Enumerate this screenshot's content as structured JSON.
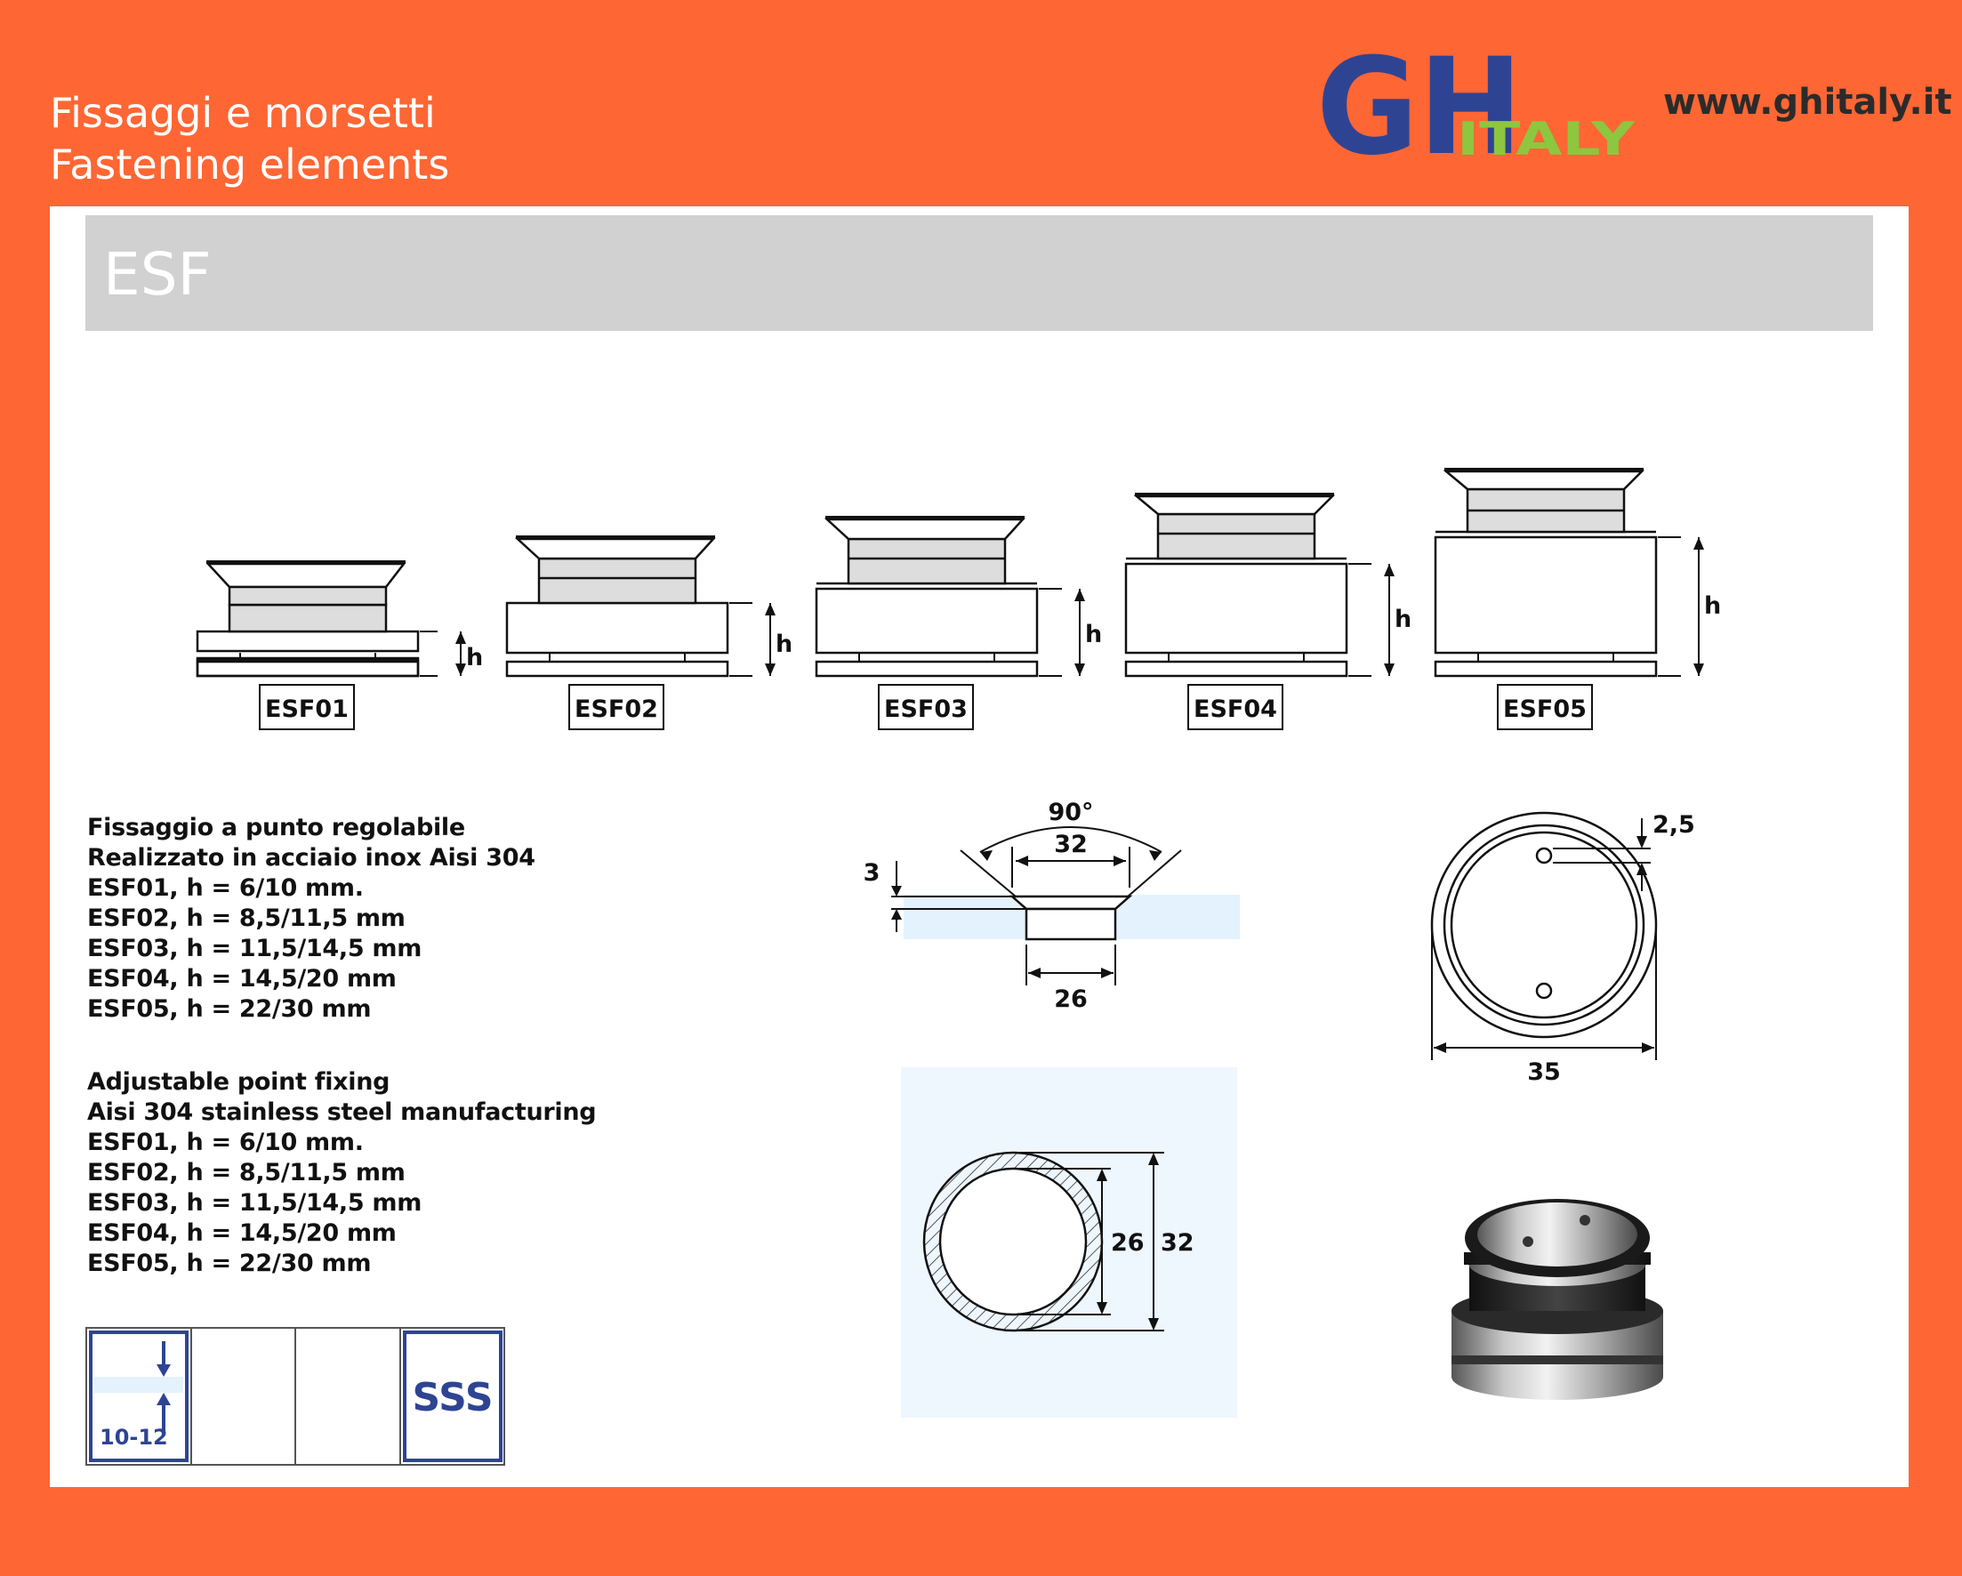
{
  "header": {
    "title_it": "Fissaggi e morsetti",
    "title_en": "Fastening elements",
    "logo_main": "GH",
    "logo_sub": "ITALY",
    "url": "www.ghitaly.it"
  },
  "product": {
    "code": "ESF"
  },
  "models": [
    {
      "label": "ESF01"
    },
    {
      "label": "ESF02"
    },
    {
      "label": "ESF03"
    },
    {
      "label": "ESF04"
    },
    {
      "label": "ESF05"
    }
  ],
  "dimension_h": "h",
  "drawing_side": {
    "angle": "90°",
    "top_diameter": "32",
    "bottom_diameter": "26",
    "height": "3"
  },
  "drawing_top": {
    "hole_offset": "2,5",
    "diameter": "35"
  },
  "drawing_section": {
    "inner": "26",
    "outer": "32"
  },
  "description_it": {
    "line1": "Fissaggio a punto regolabile",
    "line2": "Realizzato in acciaio inox Aisi 304",
    "spec1": "ESF01, h = 6/10 mm.",
    "spec2": "ESF02, h = 8,5/11,5 mm",
    "spec3": "ESF03, h = 11,5/14,5 mm",
    "spec4": "ESF04, h = 14,5/20 mm",
    "spec5": "ESF05, h = 22/30 mm"
  },
  "description_en": {
    "line1": "Adjustable point fixing",
    "line2": "Aisi 304 stainless steel manufacturing",
    "spec1": "ESF01, h = 6/10 mm.",
    "spec2": "ESF02, h = 8,5/11,5 mm",
    "spec3": "ESF03, h = 11,5/14,5 mm",
    "spec4": "ESF04, h = 14,5/20 mm",
    "spec5": "ESF05, h = 22/30 mm"
  },
  "icons": {
    "glass_thickness": "10-12",
    "material": "SSS"
  },
  "colors": {
    "background": "#fe6634",
    "logo_blue": "#2e4493",
    "logo_green": "#8dc63f",
    "band": "#d1d1d1",
    "glass": "#e4f2fd"
  }
}
